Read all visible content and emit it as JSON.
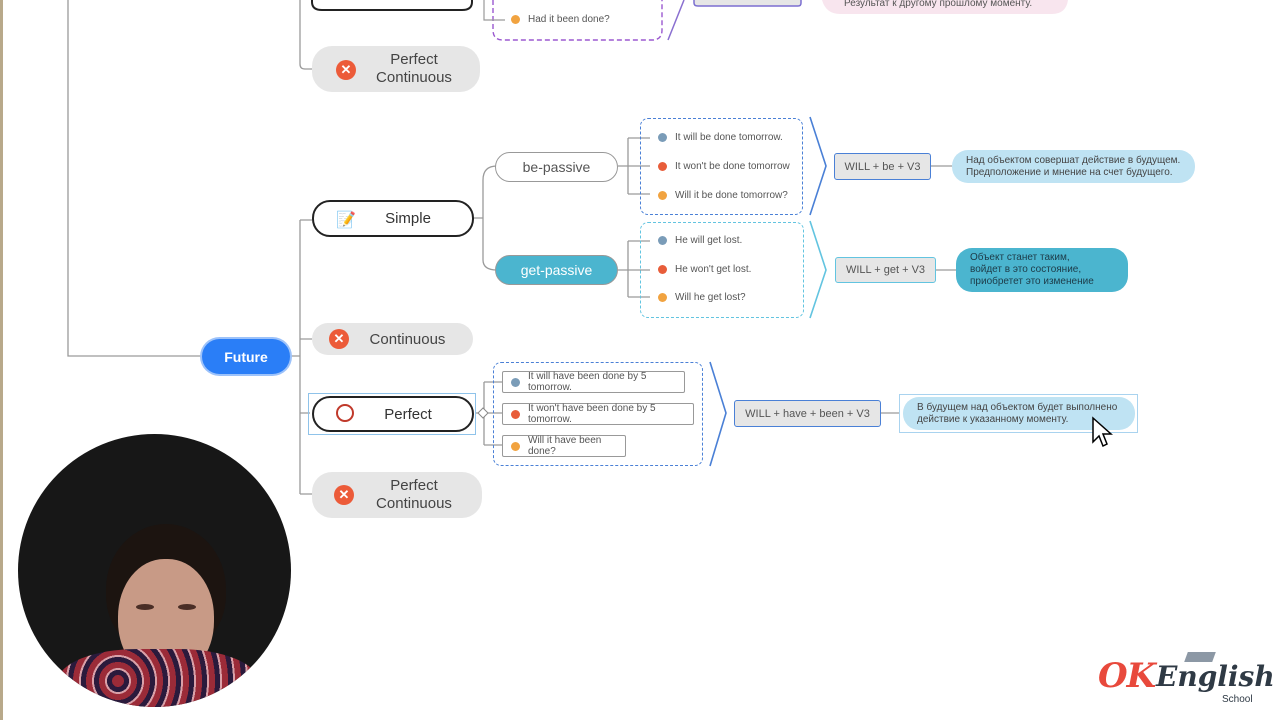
{
  "past_section": {
    "had_question": "Had it been done?",
    "note": "Результат к другому прошлому моменту.",
    "perfect_continuous": {
      "line1": "Perfect",
      "line2": "Continuous"
    }
  },
  "future": {
    "label": "Future",
    "simple": {
      "label": "Simple",
      "be_passive": {
        "label": "be-passive",
        "examples": [
          "It will be done tomorrow.",
          "It won't be done tomorrow",
          "Will it be done tomorrow?"
        ],
        "formula": "WILL + be + V3",
        "note": [
          "Над объектом совершат действие в будущем.",
          "Предположение и мнение на счет будущего."
        ]
      },
      "get_passive": {
        "label": "get-passive",
        "examples": [
          "He will get lost.",
          "He won't get lost.",
          "Will he get lost?"
        ],
        "formula": "WILL + get + V3",
        "note": [
          "Объект станет таким,",
          "войдет в это состояние,",
          "приобретет это изменение"
        ]
      }
    },
    "continuous": {
      "label": "Continuous"
    },
    "perfect": {
      "label": "Perfect",
      "examples": [
        "It will have been done by 5 tomorrow.",
        "It won't have been done by 5 tomorrow.",
        "Will it have been done?"
      ],
      "formula": "WILL + have + been + V3",
      "note": [
        "В будущем над объектом будет выполнено",
        "действие  к указанному моменту."
      ]
    },
    "perfect_continuous": {
      "line1": "Perfect",
      "line2": "Continuous"
    }
  },
  "logo": {
    "ok": "OK",
    "english": "English",
    "school": "School"
  },
  "colors": {
    "future": "#2a7ef7",
    "get_passive": "#4bb5cf",
    "cross": "#ec5b39",
    "logo_red": "#e8493c"
  }
}
